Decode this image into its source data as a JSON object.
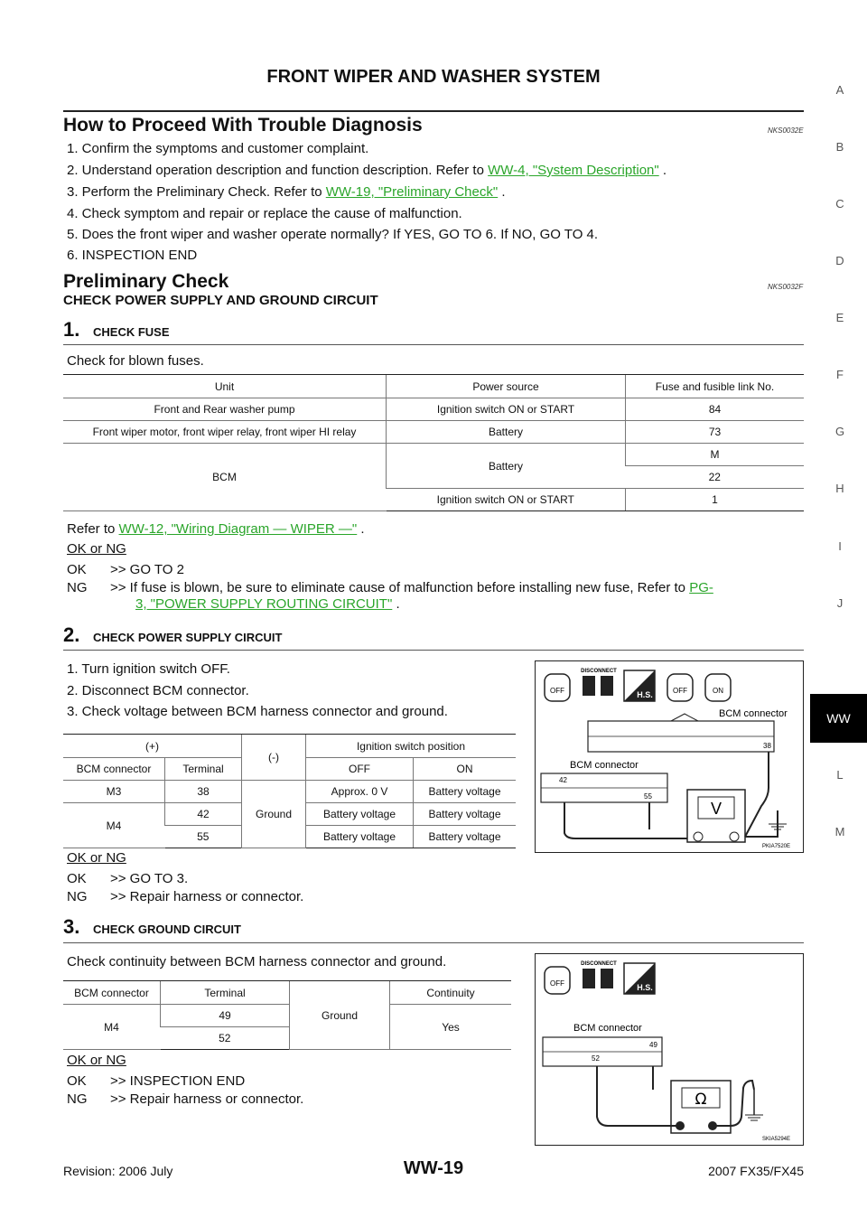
{
  "header": {
    "title": "FRONT WIPER AND WASHER SYSTEM"
  },
  "section1": {
    "title": "How to Proceed With Trouble Diagnosis",
    "code": "NKS0032E",
    "steps": [
      "1. Confirm the symptoms and customer complaint.",
      "2. Understand operation description and function description. Refer to ",
      "3. Perform the Preliminary Check. Refer to ",
      "4. Check symptom and repair or replace the cause of malfunction.",
      "5. Does the front wiper and washer operate normally? If YES, GO TO 6. If NO, GO TO 4.",
      "6. INSPECTION END"
    ],
    "link2": "WW-4, \"System Description\"",
    "link3": "WW-19, \"Preliminary Check\"",
    "period": " ."
  },
  "section2": {
    "title": "Preliminary Check",
    "code": "NKS0032F",
    "subtitle": "CHECK POWER SUPPLY AND GROUND CIRCUIT"
  },
  "step1": {
    "num": "1.",
    "label": "CHECK FUSE",
    "text": "Check for blown fuses.",
    "table": {
      "headers": [
        "Unit",
        "Power source",
        "Fuse and fusible link No."
      ],
      "r1": [
        "Front and Rear washer pump",
        "Ignition switch ON or START",
        "84"
      ],
      "r2": [
        "Front wiper motor, front wiper relay, front wiper HI relay",
        "Battery",
        "73"
      ],
      "r3_unit": "BCM",
      "r3_src": "Battery",
      "r3_f1": "M",
      "r3_f2": "22",
      "r4_src": "Ignition switch ON or START",
      "r4_f": "1"
    },
    "refer_pre": "Refer to ",
    "refer_link": "WW-12, \"Wiring Diagram — WIPER —\"",
    "refer_post": " .",
    "ok_ng": "OK or NG",
    "ok_label": "OK",
    "ok_text": ">> GO TO 2",
    "ng_label": "NG",
    "ng_text": ">> If fuse is blown, be sure to eliminate cause of malfunction before installing new fuse, Refer to ",
    "ng_link1": "PG-",
    "ng_link2": "3, \"POWER SUPPLY ROUTING CIRCUIT\"",
    "ng_post": " ."
  },
  "step2": {
    "num": "2.",
    "label": "CHECK POWER SUPPLY CIRCUIT",
    "items": [
      "1. Turn ignition switch OFF.",
      "2. Disconnect BCM connector.",
      "3. Check voltage between BCM harness connector and ground."
    ],
    "table": {
      "plus": "(+)",
      "minus": "(-)",
      "isp": "Ignition switch position",
      "bcm": "BCM connector",
      "term": "Terminal",
      "off": "OFF",
      "on": "ON",
      "ground": "Ground",
      "r1": [
        "M3",
        "38",
        "Approx. 0 V",
        "Battery voltage"
      ],
      "m4": "M4",
      "r2": [
        "42",
        "Battery voltage",
        "Battery voltage"
      ],
      "r3": [
        "55",
        "Battery voltage",
        "Battery voltage"
      ]
    },
    "ok_ng": "OK or NG",
    "ok_label": "OK",
    "ok_text": ">> GO TO 3.",
    "ng_label": "NG",
    "ng_text": ">> Repair harness or connector.",
    "figure": {
      "disconnect": "DISCONNECT",
      "hs": "H.S.",
      "off": "OFF",
      "on": "ON",
      "bcm1": "BCM connector",
      "pin38": "38",
      "bcm2": "BCM connector",
      "pin42": "42",
      "pin55": "55",
      "meter": "V",
      "code": "PKIA7520E"
    }
  },
  "step3": {
    "num": "3.",
    "label": "CHECK GROUND CIRCUIT",
    "text": "Check continuity between BCM harness connector and ground.",
    "table": {
      "bcm": "BCM connector",
      "term": "Terminal",
      "ground": "Ground",
      "cont": "Continuity",
      "m4": "M4",
      "t1": "49",
      "t2": "52",
      "yes": "Yes"
    },
    "ok_ng": "OK or NG",
    "ok_label": "OK",
    "ok_text": ">> INSPECTION END",
    "ng_label": "NG",
    "ng_text": ">> Repair harness or connector.",
    "figure": {
      "disconnect": "DISCONNECT",
      "hs": "H.S.",
      "off": "OFF",
      "bcm": "BCM connector",
      "pin49": "49",
      "pin52": "52",
      "meter": "Ω",
      "code": "SKIA5294E"
    }
  },
  "sidebar": {
    "letters": [
      "A",
      "B",
      "C",
      "D",
      "E",
      "F",
      "G",
      "H",
      "I",
      "J",
      "L",
      "M"
    ],
    "active": "WW"
  },
  "footer": {
    "revision": "Revision: 2006 July",
    "page": "WW-19",
    "model": "2007 FX35/FX45"
  }
}
